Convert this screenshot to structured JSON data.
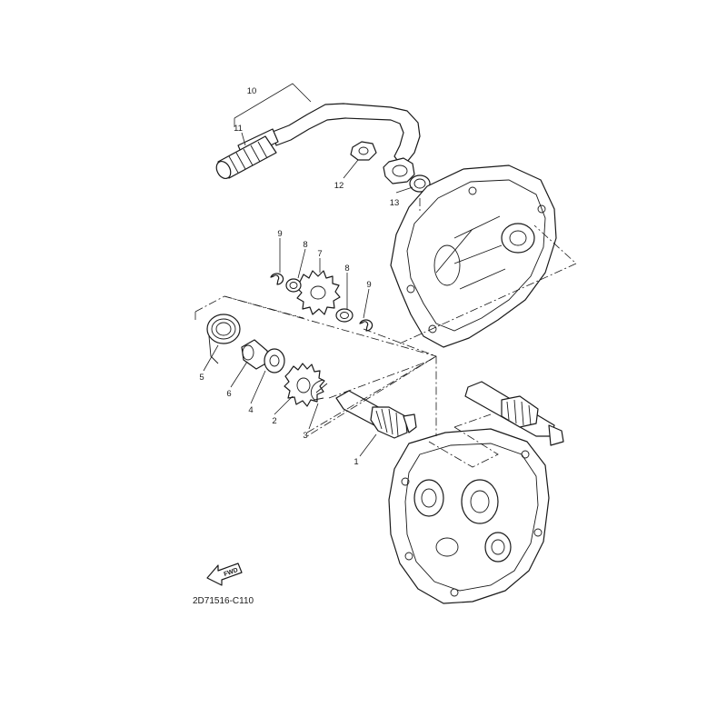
{
  "diagram": {
    "code": "2D71516-C110",
    "fwd_label": "FWD",
    "callouts": [
      {
        "id": "c1",
        "label": "1"
      },
      {
        "id": "c2",
        "label": "2"
      },
      {
        "id": "c3",
        "label": "3"
      },
      {
        "id": "c4",
        "label": "4"
      },
      {
        "id": "c5",
        "label": "5"
      },
      {
        "id": "c6",
        "label": "6"
      },
      {
        "id": "c7",
        "label": "7"
      },
      {
        "id": "c8a",
        "label": "8"
      },
      {
        "id": "c8b",
        "label": "8"
      },
      {
        "id": "c9a",
        "label": "9"
      },
      {
        "id": "c9b",
        "label": "9"
      },
      {
        "id": "c10",
        "label": "10"
      },
      {
        "id": "c11",
        "label": "11"
      },
      {
        "id": "c12",
        "label": "12"
      },
      {
        "id": "c13",
        "label": "13"
      }
    ]
  }
}
